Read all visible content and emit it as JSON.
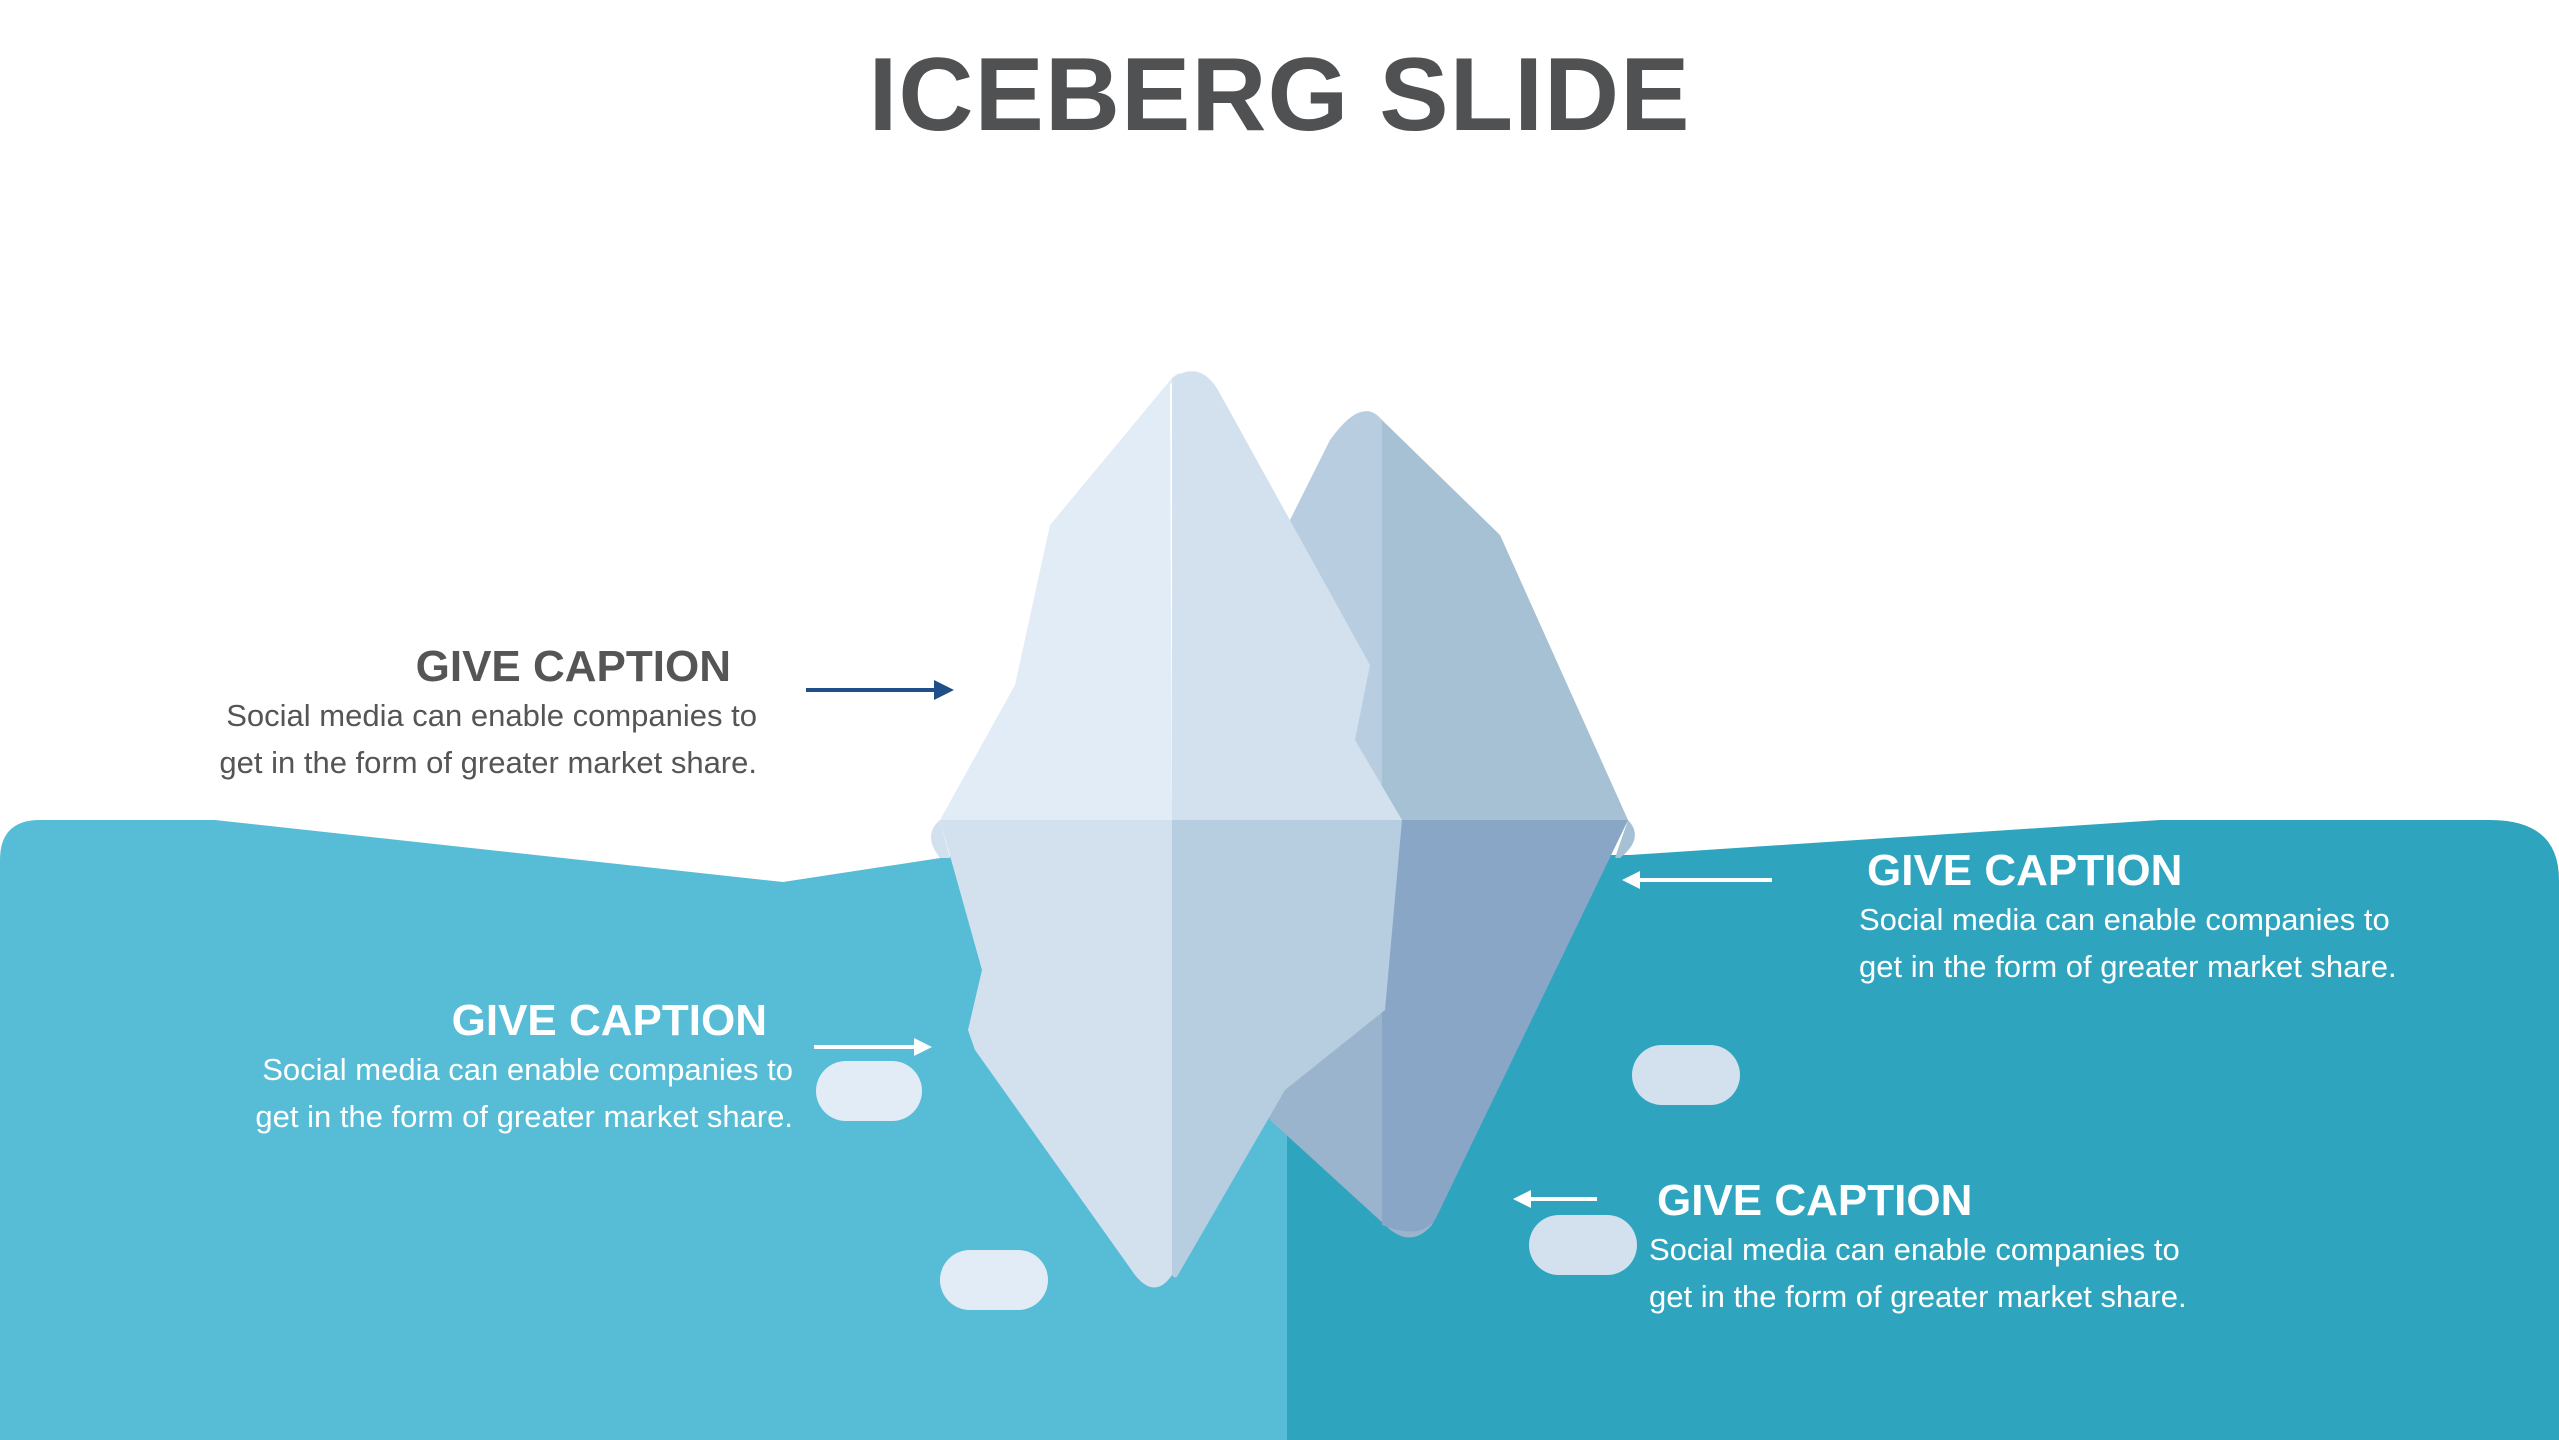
{
  "slide": {
    "title": "ICEBERG SLIDE"
  },
  "colors": {
    "water_left": "#57bcd6",
    "water_right": "#2ea4bf",
    "ice_top_light": "#e2ecf6",
    "ice_top_mid": "#d3e1ee",
    "ice_back_light": "#b8cde0",
    "ice_back_dark": "#a6c0d4",
    "ice_under_light": "#d3e1ee",
    "ice_under_mid": "#b7cde0",
    "ice_under_dark": "#8aa6c6",
    "ice_under_back": "#99b4cc",
    "arrow_dark": "#1f4e89",
    "arrow_light": "#ffffff",
    "text_dark": "#555556",
    "text_light": "#ffffff"
  },
  "captions": [
    {
      "heading": "GIVE CAPTION",
      "line1": "Social media can enable companies to",
      "line2": "get in the form of greater market share."
    },
    {
      "heading": "GIVE CAPTION",
      "line1": "Social media can enable companies to",
      "line2": "get in the form of greater market share."
    },
    {
      "heading": "GIVE CAPTION",
      "line1": "Social media can enable companies to",
      "line2": "get in the form of greater market share."
    },
    {
      "heading": "GIVE CAPTION",
      "line1": "Social media can enable companies to",
      "line2": "get in the form of greater market share."
    }
  ],
  "icons": {
    "arrows": [
      "arrow-right-icon",
      "arrow-right-icon",
      "arrow-left-icon",
      "arrow-left-icon"
    ],
    "ice_floes": [
      "ice-floe-icon",
      "ice-floe-icon",
      "ice-floe-icon",
      "ice-floe-icon"
    ]
  }
}
